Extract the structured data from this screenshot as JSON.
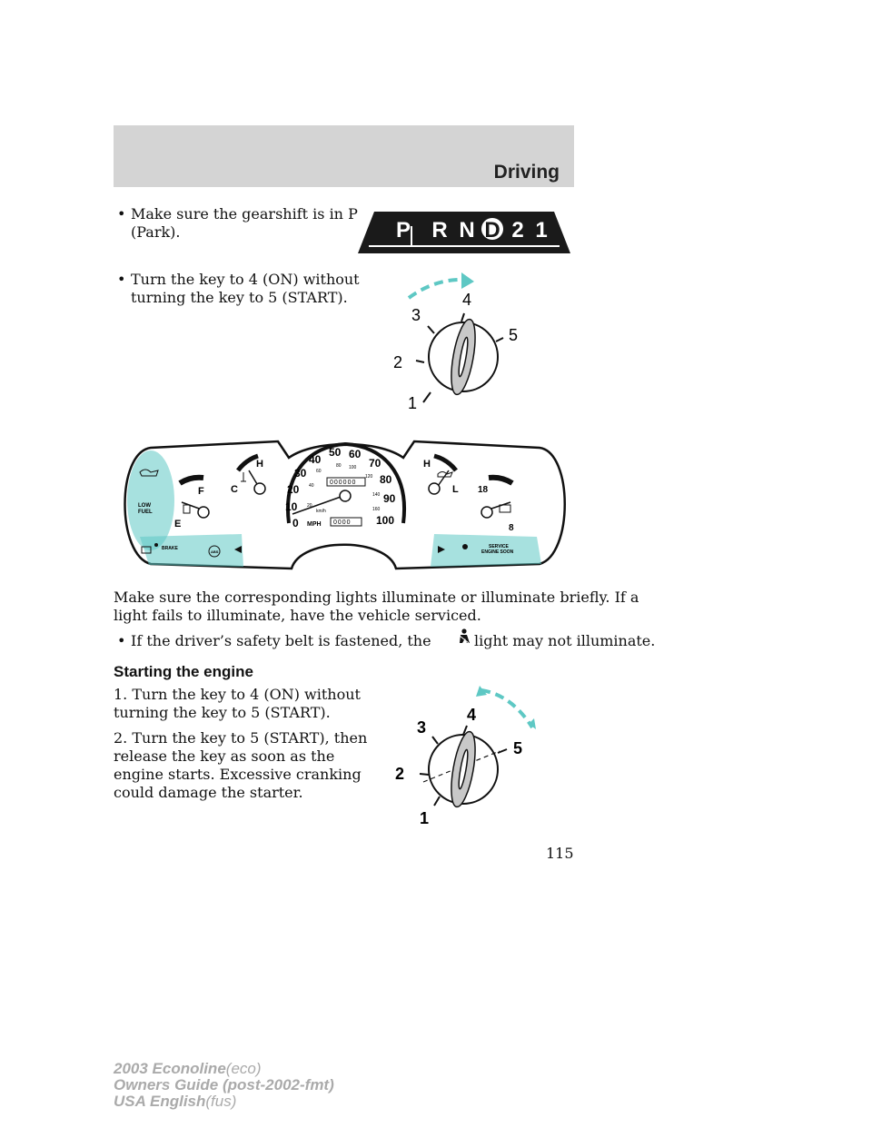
{
  "header": {
    "section_title": "Driving"
  },
  "bullets_top": [
    {
      "line1": "Make sure the gearshift is in P",
      "line2": "(Park)."
    },
    {
      "line1": "Turn the key to 4 (ON) without",
      "line2": "turning the key to 5 (START)."
    }
  ],
  "gear_indicator": {
    "letters": [
      "P",
      "R",
      "N",
      "D",
      "2",
      "1"
    ],
    "highlighted": "D"
  },
  "ignition_top": {
    "positions": [
      "1",
      "2",
      "3",
      "4",
      "5"
    ]
  },
  "cluster": {
    "speed_mph": [
      "0",
      "10",
      "20",
      "30",
      "40",
      "50",
      "60",
      "70",
      "80",
      "90",
      "100"
    ],
    "speed_kmh": [
      "20",
      "40",
      "60",
      "80",
      "100",
      "120",
      "140",
      "160"
    ],
    "kmh_label": "km/h",
    "mph_label": "MPH",
    "odometer": "000000",
    "trip": "0000",
    "fuel_full": "F",
    "fuel_empty": "E",
    "temp_hot": "H",
    "temp_cold": "C",
    "oil_high": "H",
    "oil_low": "L",
    "volt_high": "18",
    "volt_low": "8",
    "low_fuel": [
      "LOW",
      "FUEL"
    ],
    "brake": "BRAKE",
    "abs": "ABS",
    "service": [
      "SERVICE",
      "ENGINE SOON"
    ]
  },
  "body": {
    "para1_line1": "Make sure the corresponding lights illuminate or illuminate briefly. If a",
    "para1_line2": "light fails to illuminate, have the vehicle serviced.",
    "bullet3_start": "If the driver’s safety belt is fastened, the",
    "bullet3_end": "light may not illuminate.",
    "heading": "Starting the engine",
    "step1_line1": "1. Turn the key to 4 (ON) without",
    "step1_line2": "turning the key to 5 (START).",
    "step2_line1": "2. Turn the key to 5 (START), then",
    "step2_line2": "release the key as soon as the",
    "step2_line3": "engine starts. Excessive cranking",
    "step2_line4": "could damage the starter."
  },
  "ignition_bottom": {
    "positions": [
      "1",
      "2",
      "3",
      "4",
      "5"
    ]
  },
  "page_number": "115",
  "footer": {
    "model": "2003 Econoline",
    "model_code": "(eco)",
    "guide": "Owners Guide (post-2002-fmt)",
    "language": "USA English",
    "language_code": "(fus)"
  },
  "colors": {
    "accent_teal": "#5ec8c4",
    "header_gray": "#d4d4d4"
  }
}
